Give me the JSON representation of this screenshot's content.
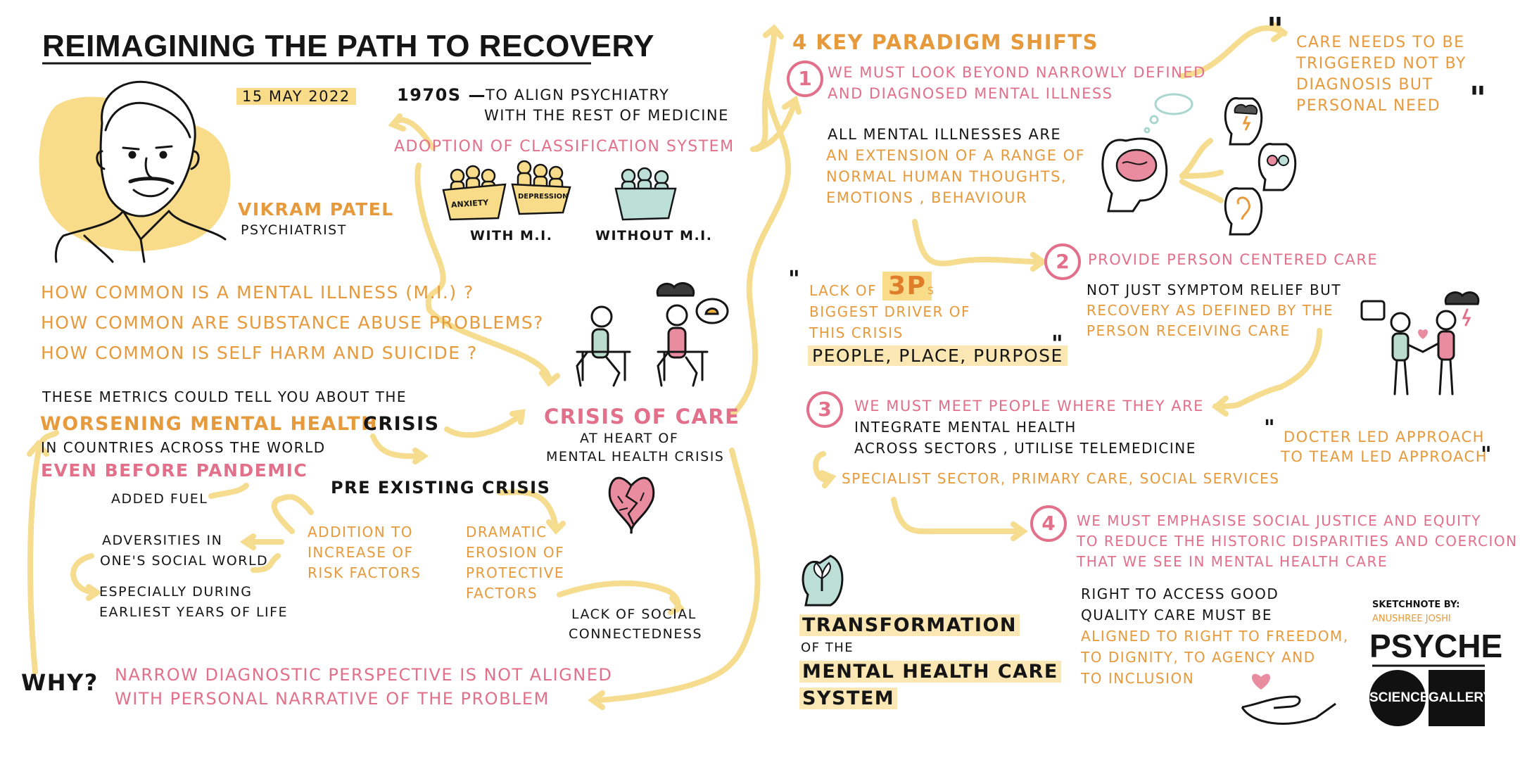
{
  "title": "REIMAGINING THE PATH TO RECOVERY",
  "date": "15 MAY 2022",
  "speaker": {
    "name": "VIKRAM PATEL",
    "role": "PSYCHIATRIST"
  },
  "history": {
    "era": "1970S —",
    "line1": "TO ALIGN PSYCHIATRY",
    "line2": "WITH THE REST OF MEDICINE",
    "adoption": "ADOPTION OF CLASSIFICATION SYSTEM",
    "bucket_anxiety": "ANXIETY",
    "bucket_depression": "DEPRESSION",
    "with_mi": "WITH M.I.",
    "without_mi": "WITHOUT M.I."
  },
  "questions": [
    "HOW COMMON IS A MENTAL ILLNESS (M.I.) ?",
    "HOW COMMON ARE SUBSTANCE ABUSE PROBLEMS?",
    "HOW COMMON IS SELF HARM AND SUICIDE ?"
  ],
  "metrics": {
    "line1": "THESE METRICS COULD TELL YOU ABOUT THE",
    "worsening": "WORSENING MENTAL HEALTH",
    "crisis": "CRISIS",
    "line3": "IN COUNTRIES ACROSS THE WORLD",
    "before": "EVEN BEFORE PANDEMIC"
  },
  "crisis_of_care": {
    "title": "CRISIS OF CARE",
    "sub1": "AT HEART OF",
    "sub2": "MENTAL HEALTH CRISIS"
  },
  "pre_existing": "PRE EXISTING CRISIS",
  "added_fuel": "ADDED FUEL",
  "risk": {
    "l1": "ADDITION TO",
    "l2": "INCREASE OF",
    "l3": "RISK FACTORS"
  },
  "erosion": {
    "l1": "DRAMATIC",
    "l2": "EROSION OF",
    "l3": "PROTECTIVE",
    "l4": "FACTORS"
  },
  "adversities": {
    "l1": "ADVERSITIES IN",
    "l2": "ONE'S SOCIAL WORLD"
  },
  "early_years": {
    "l1": "ESPECIALLY DURING",
    "l2": "EARLIEST YEARS OF LIFE"
  },
  "lack_social": {
    "l1": "LACK OF SOCIAL",
    "l2": "CONNECTEDNESS"
  },
  "why": {
    "label": "WHY?",
    "l1": "NARROW DIAGNOSTIC PERSPECTIVE IS NOT ALIGNED",
    "l2": "WITH PERSONAL NARRATIVE OF THE PROBLEM"
  },
  "shifts": {
    "heading": "4 KEY PARADIGM SHIFTS",
    "one": {
      "num": "1",
      "l1": "WE MUST LOOK BEYOND NARROWLY DEFINED",
      "l2": "AND DIAGNOSED MENTAL ILLNESS"
    },
    "one_detail": {
      "l1": "ALL MENTAL ILLNESSES ARE",
      "l2": "AN EXTENSION OF A RANGE OF",
      "l3": "NORMAL HUMAN THOUGHTS,",
      "l4": "EMOTIONS , BEHAVIOUR"
    },
    "quote": {
      "l1": "CARE NEEDS TO BE",
      "l2": "TRIGGERED NOT BY",
      "l3": "DIAGNOSIS BUT",
      "l4": "PERSONAL NEED"
    },
    "two": {
      "num": "2",
      "l1": "PROVIDE PERSON CENTERED CARE"
    },
    "two_detail": {
      "l1": "NOT JUST SYMPTOM RELIEF BUT",
      "l2": "RECOVERY AS DEFINED BY THE",
      "l3": "PERSON RECEIVING CARE"
    },
    "three_p": {
      "lack": "LACK OF",
      "big": "3P",
      "s": "S",
      "l2": "BIGGEST DRIVER OF",
      "l3": "THIS CRISIS",
      "l4": "PEOPLE, PLACE, PURPOSE"
    },
    "three": {
      "num": "3",
      "l1": "WE MUST MEET PEOPLE WHERE THEY ARE"
    },
    "three_detail": {
      "l1": "INTEGRATE MENTAL HEALTH",
      "l2": "ACROSS SECTORS , UTILISE TELEMEDICINE",
      "l3": "SPECIALIST SECTOR, PRIMARY CARE, SOCIAL SERVICES"
    },
    "doctor": {
      "l1": "DOCTER LED APPROACH",
      "l2": "TO TEAM LED APPROACH"
    },
    "four": {
      "num": "4",
      "l1": "WE MUST EMPHASISE SOCIAL JUSTICE AND EQUITY",
      "l2": "TO REDUCE THE HISTORIC DISPARITIES AND COERCION",
      "l3": "THAT WE SEE IN MENTAL HEALTH CARE"
    },
    "four_detail": {
      "l1": "RIGHT TO ACCESS GOOD",
      "l2": "QUALITY CARE MUST BE",
      "l3": "ALIGNED TO RIGHT TO FREEDOM,",
      "l4": "TO DIGNITY, TO AGENCY AND",
      "l5": "TO INCLUSION"
    }
  },
  "transformation": {
    "l1": "TRANSFORMATION",
    "l2": "OF THE",
    "l3": "MENTAL HEALTH CARE",
    "l4": "SYSTEM"
  },
  "credit": {
    "label": "SKETCHNOTE BY:",
    "author": "ANUSHREE JOSHI",
    "brand": "PSYCHE",
    "logo_left": "SCIENCE",
    "logo_right": "GALLERY"
  },
  "colors": {
    "orange": "#e79a3c",
    "pink": "#e2708a",
    "yellow": "#f8dc8a",
    "black": "#151515"
  }
}
